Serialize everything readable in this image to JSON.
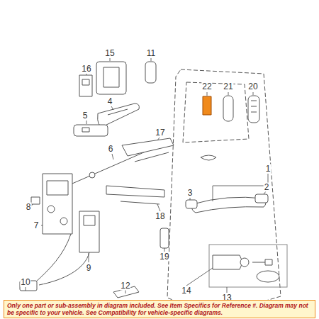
{
  "diagram": {
    "nodes": [
      {
        "text": [
          "Only one part or sub-assembly in diagram included. See Item Specifics for Reference #. Diagram may not be specific to your vehicle. See Compatibility for vehicle-specific diagrams."
        ]
      }
    ],
    "labels": [
      "22",
      "21",
      "20",
      "16",
      "15",
      "11",
      "4",
      "5",
      "6",
      "17",
      "1",
      "2",
      "3",
      "8",
      "7",
      "18",
      "19",
      "9",
      "14",
      "10",
      "12",
      "13"
    ]
  }
}
